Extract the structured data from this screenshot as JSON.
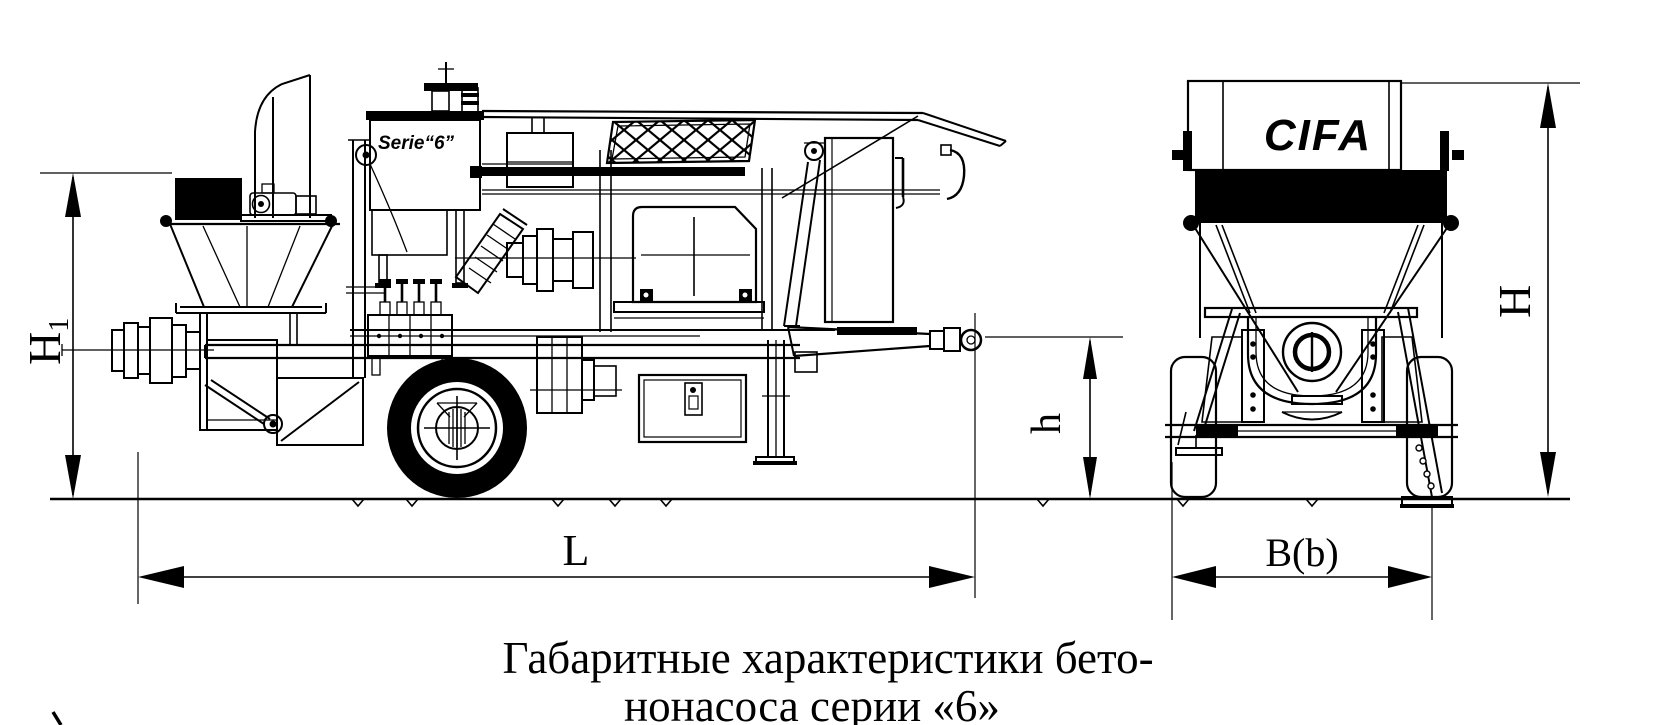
{
  "figure": {
    "kind": "dimensional technical drawing of trailer-mounted concrete pump",
    "brand": "CIFA",
    "machine_label": "Serie“6”"
  },
  "dimensions": {
    "overall_height_side": {
      "symbol": "H",
      "subscript": "1"
    },
    "length": "L",
    "hitch_height": "h",
    "overall_height_rear": "H",
    "width": "B(b)"
  },
  "caption": {
    "line1": "Габаритные характеристики бето-",
    "line2": "нонасоса серии «6»"
  },
  "colors": {
    "ink": "#000000",
    "background": "#ffffff"
  }
}
